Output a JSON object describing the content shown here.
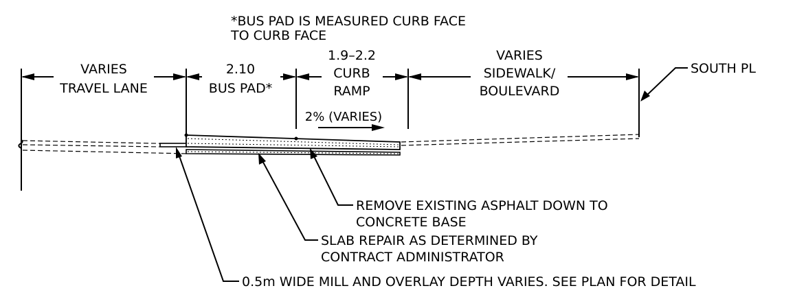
{
  "notes": {
    "bus_pad_note_line1": "*BUS PAD IS MEASURED CURB FACE",
    "bus_pad_note_line2": "TO CURB FACE"
  },
  "dimensions": {
    "travel_lane": {
      "value": "VARIES",
      "label": "TRAVEL LANE"
    },
    "bus_pad": {
      "value": "2.10",
      "label": "BUS PAD*"
    },
    "curb_ramp": {
      "value": "1.9–2.2",
      "label_line1": "CURB",
      "label_line2": "RAMP"
    },
    "sidewalk": {
      "value": "VARIES",
      "label_line1": "SIDEWALK/",
      "label_line2": "BOULEVARD"
    }
  },
  "slope_label": "2% (VARIES)",
  "property_line_label": "SOUTH PL",
  "callouts": {
    "remove_asphalt_line1": "REMOVE EXISTING ASPHALT DOWN TO",
    "remove_asphalt_line2": "CONCRETE BASE",
    "slab_repair_line1": "SLAB REPAIR AS DETERMINED BY",
    "slab_repair_line2": "CONTRACT ADMINISTRATOR",
    "mill_overlay": "0.5m WIDE MILL AND OVERLAY DEPTH VARIES. SEE PLAN FOR DETAIL"
  }
}
